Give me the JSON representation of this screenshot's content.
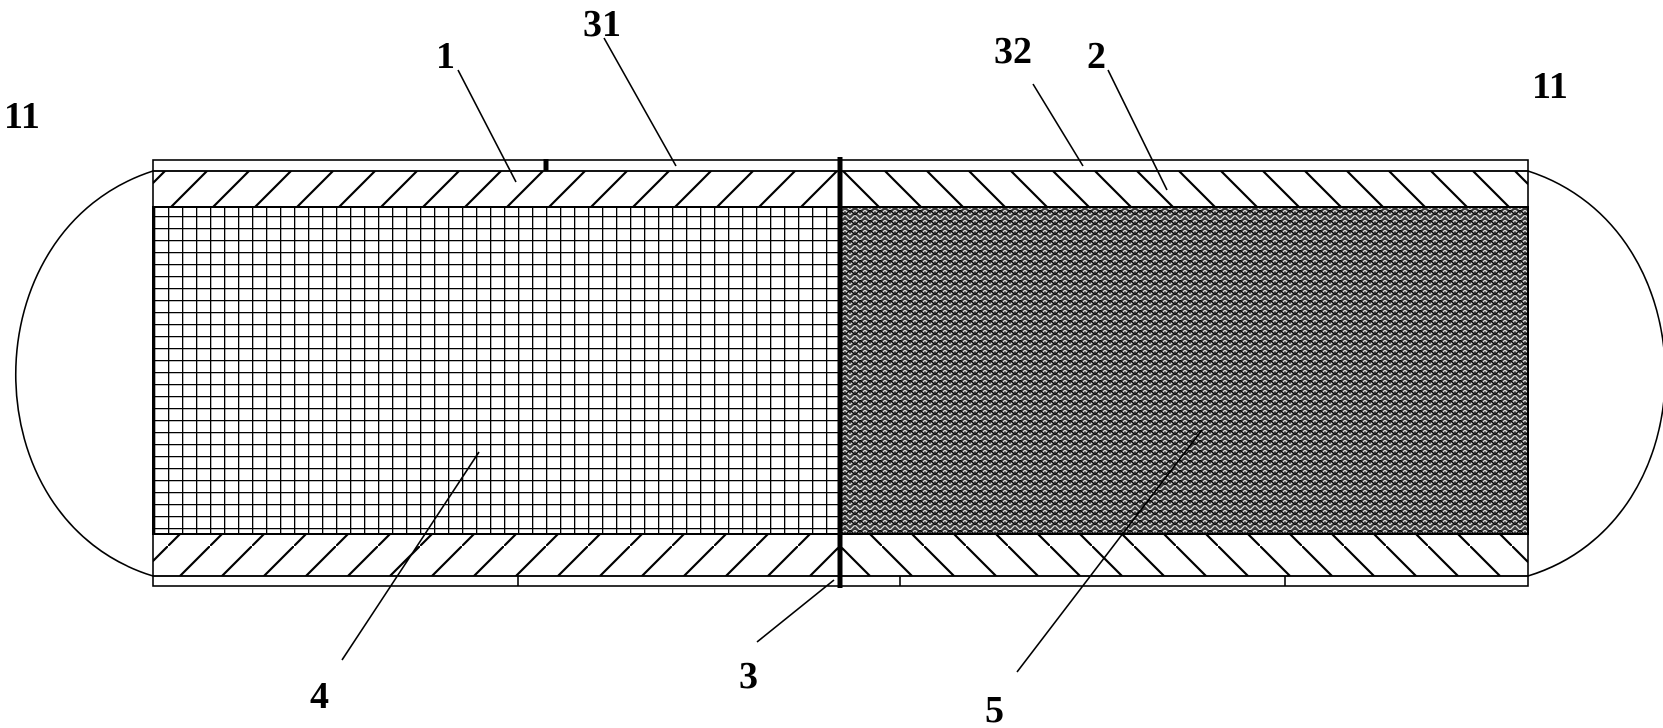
{
  "labels": {
    "end_cap_left": "11",
    "end_cap_right": "11",
    "sleeve_left": "1",
    "sleeve_right": "2",
    "cover_left": "31",
    "cover_right": "32",
    "divider": "3",
    "core_left": "4",
    "core_right": "5"
  }
}
